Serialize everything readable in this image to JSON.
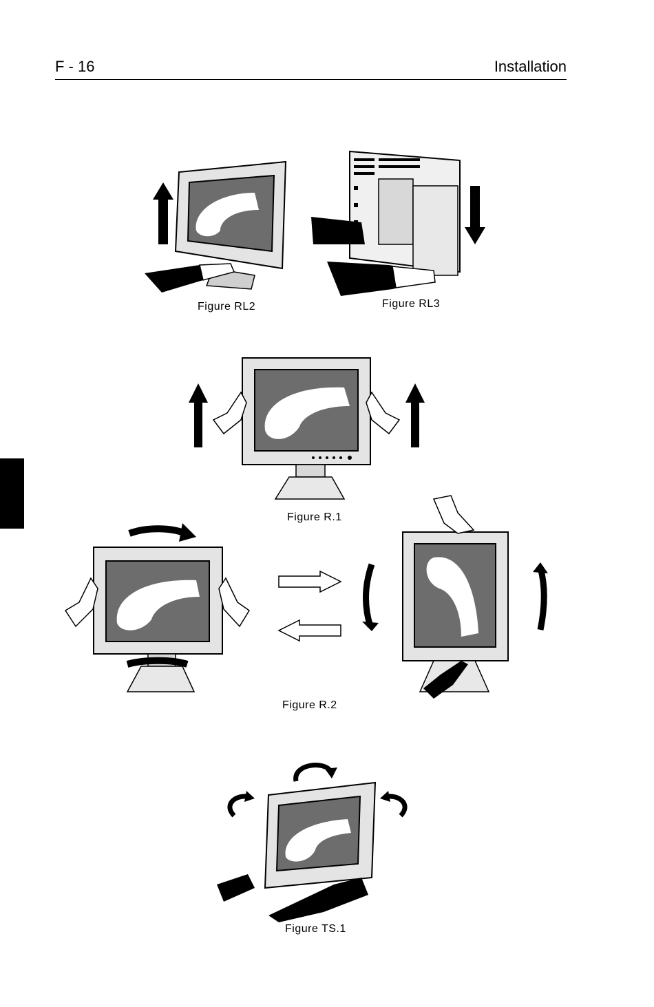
{
  "header": {
    "page_number": "F - 16",
    "section_title": "Installation"
  },
  "figures": {
    "rl2": {
      "caption": "Figure RL2"
    },
    "rl3": {
      "caption": "Figure RL3"
    },
    "r1": {
      "caption": "Figure R.1"
    },
    "r2": {
      "caption": "Figure R.2"
    },
    "ts1": {
      "caption": "Figure TS.1"
    }
  },
  "icons": {
    "section_tab": "black-tab-marker",
    "arrows": "up-down-rotate-arrow-icons"
  }
}
